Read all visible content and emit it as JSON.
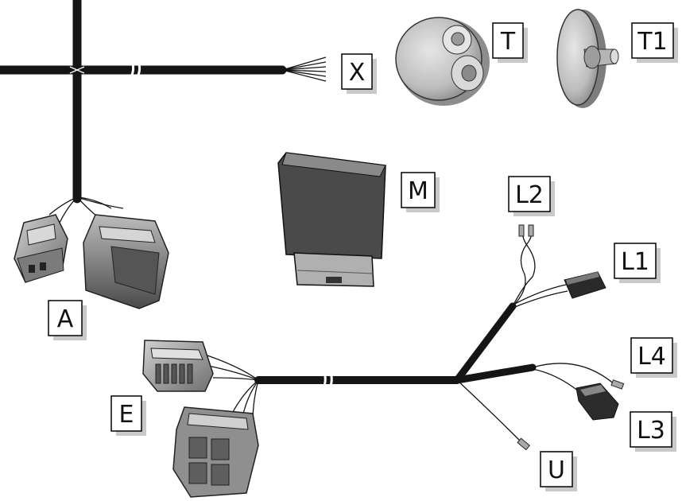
{
  "labels": {
    "X": "X",
    "T": "T",
    "T1": "T1",
    "M": "M",
    "L2": "L2",
    "L1": "L1",
    "A": "A",
    "L4": "L4",
    "E": "E",
    "L3": "L3",
    "U": "U"
  },
  "colors": {
    "cable": "#151515",
    "label_shadow": "#c9c9c9",
    "grommet_light": "#d6d6d6",
    "grommet_dark": "#8a8a8a",
    "connector_grey": "#9a9a9a"
  }
}
